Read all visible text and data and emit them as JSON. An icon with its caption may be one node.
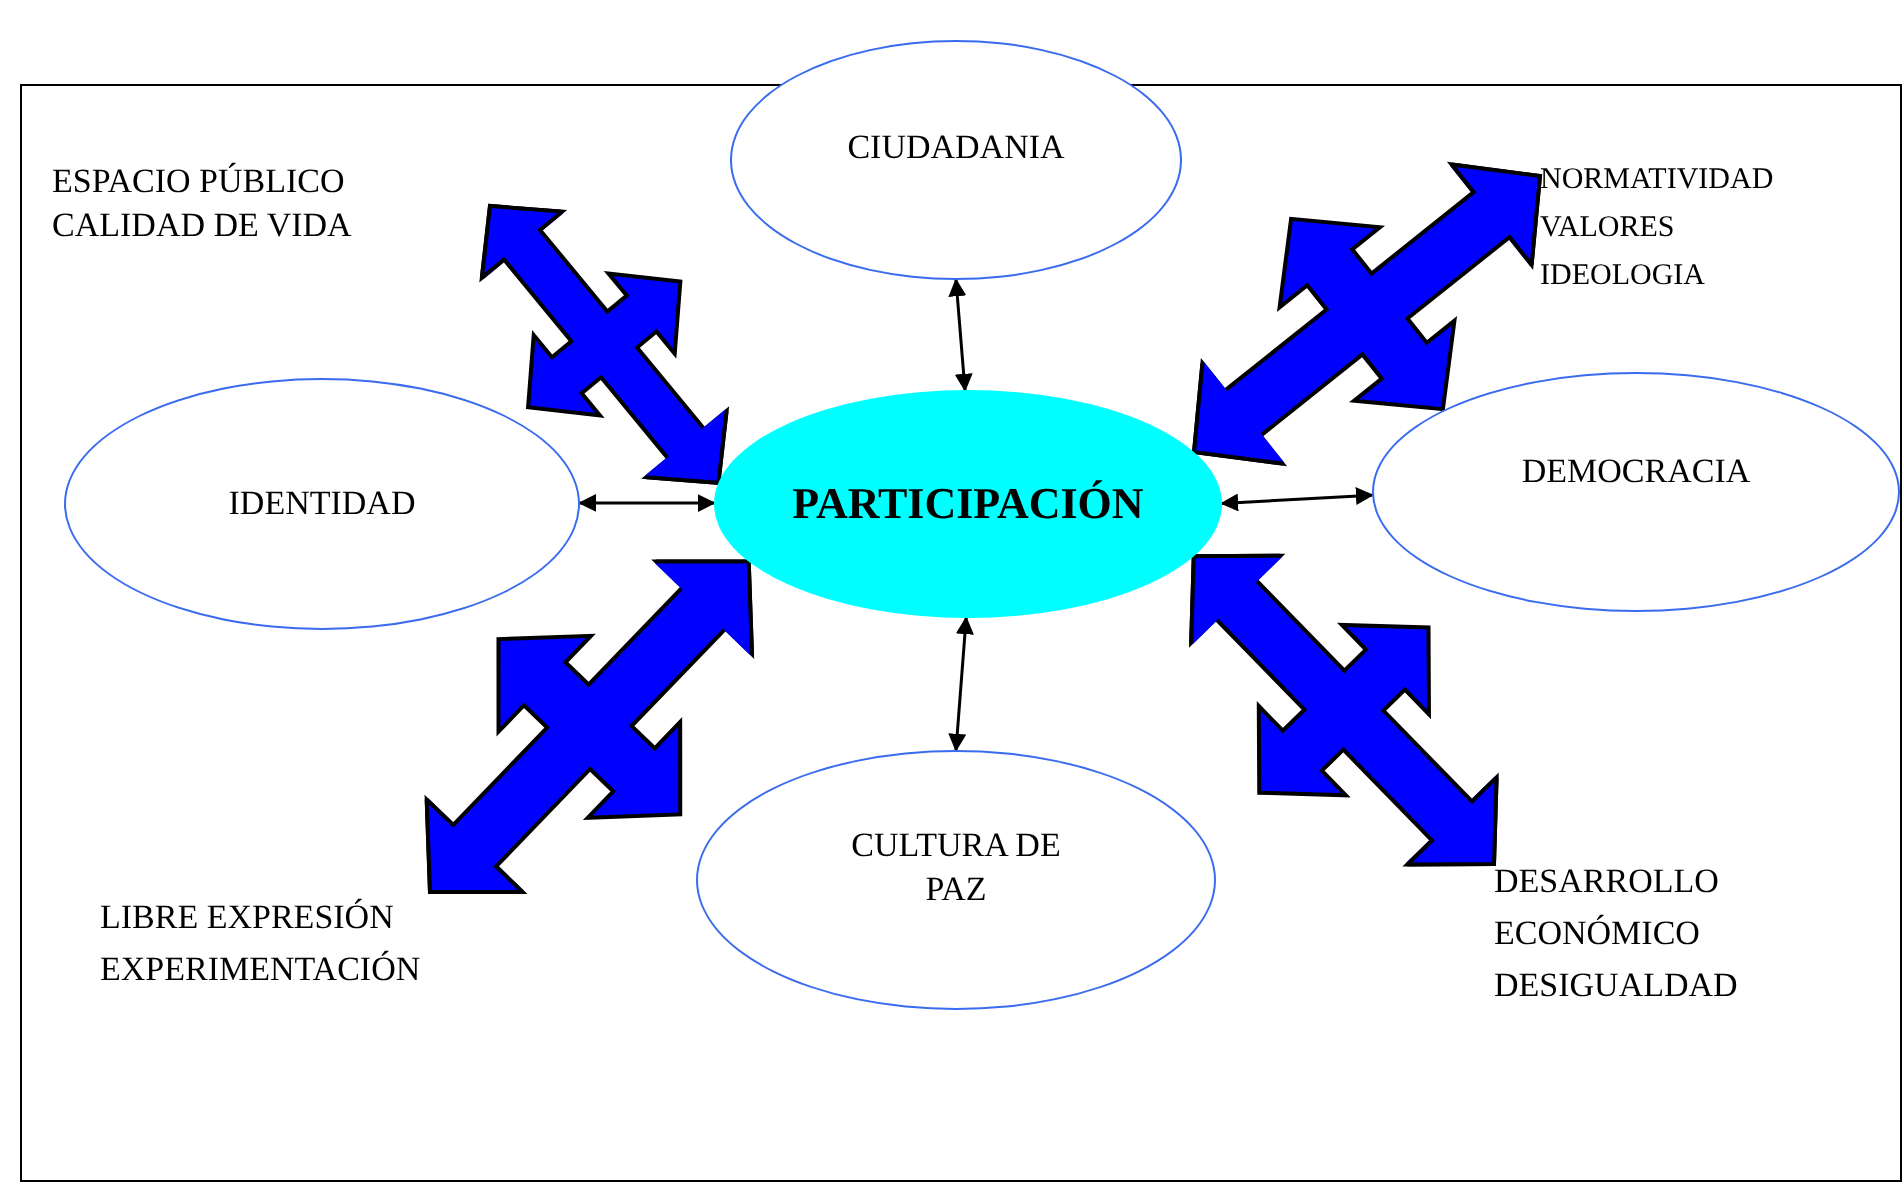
{
  "diagram": {
    "nodes": [
      {
        "text": [
          "ESPACIO PÚBLICO CALIDAD DE VIDA"
        ]
      },
      {
        "text": [
          "CIUDADANIA"
        ]
      },
      {
        "text": [
          "NORMATIVIDAD VALORES IDEOLOGIA"
        ]
      },
      {
        "text": [
          "IDENTIDAD"
        ]
      },
      {
        "text": [
          "PARTICIPACIÓN"
        ]
      },
      {
        "text": [
          "DEMOCRACIA"
        ]
      },
      {
        "text": [
          "CULTURA DE PAZ"
        ]
      },
      {
        "text": [
          "LIBRE EXPRESIÓN EXPERIMENTACIÓN"
        ]
      },
      {
        "text": [
          "DESARROLLO ECONÓMICO DESIGUALDAD"
        ]
      }
    ],
    "edges": [
      {
        "from": 0,
        "to": 4,
        "arrow": "both",
        "style": "thick",
        "color": "#0000ff"
      },
      {
        "from": 2,
        "to": 4,
        "arrow": "both",
        "style": "thick",
        "color": "#0000ff"
      },
      {
        "from": 7,
        "to": 4,
        "arrow": "both",
        "style": "thick",
        "color": "#0000ff"
      },
      {
        "from": 8,
        "to": 4,
        "arrow": "both",
        "style": "thick",
        "color": "#0000ff"
      },
      {
        "from": 3,
        "to": 4,
        "arrow": "both",
        "color": "#000000"
      },
      {
        "from": 4,
        "to": 5,
        "arrow": "both",
        "color": "#000000"
      },
      {
        "from": 1,
        "to": 4,
        "arrow": "both",
        "color": "#000000"
      },
      {
        "from": 4,
        "to": 6,
        "arrow": "both",
        "color": "#000000"
      }
    ]
  }
}
